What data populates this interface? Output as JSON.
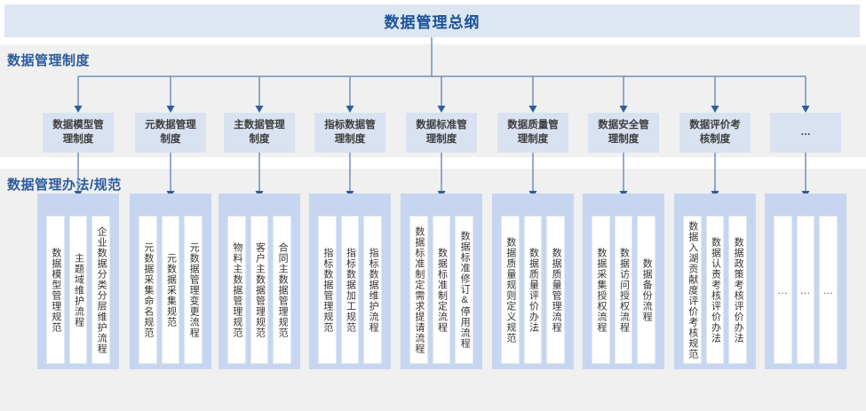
{
  "title": "数据管理总纲",
  "band1_label": "数据管理制度",
  "band2_label": "数据管理办法/规范",
  "level2_boxes": [
    "数据模型管理制度",
    "元数据管理制度",
    "主数据管理制度",
    "指标数据管理制度",
    "数据标准管理制度",
    "数据质量管理制度",
    "数据安全管理制度",
    "数据评价考核制度",
    "…"
  ],
  "group_columns": [
    [
      "数据模型管理规范",
      "主题域维护流程",
      "企业数据分类分层维护流程"
    ],
    [
      "元数据采集命名规范",
      "元数据采集规范",
      "元数据管理变更流程"
    ],
    [
      "物料主数据管理规范",
      "客户主数据管理规范",
      "合同主数据管理规范"
    ],
    [
      "指标数据管理规范",
      "指标数据加工规范",
      "指标数据维护流程"
    ],
    [
      "数据标准制定需求提请流程",
      "数据标准制定流程",
      "数据标准修订&停用流程"
    ],
    [
      "数据质量规则定义规范",
      "数据质量评价办法",
      "数据质量管理流程"
    ],
    [
      "数据采集授权流程",
      "数据访问授权流程",
      "数据备份流程"
    ],
    [
      "数据入湖贡献度评价考核规范",
      "数据认责考核评价办法",
      "数据政策考核评价办法"
    ],
    [
      "…",
      "…",
      "…"
    ]
  ],
  "colors": {
    "title_band_bg": "#dde6f1",
    "title_text": "#1b529a",
    "band_bg": "#f0f0f1",
    "band_label_text": "#2b5c9b",
    "box_bg": "#d9e2f0",
    "group_bg": "#c7d6f0",
    "connector_line": "#7090bd",
    "arrowhead": "#2e5d9d"
  }
}
